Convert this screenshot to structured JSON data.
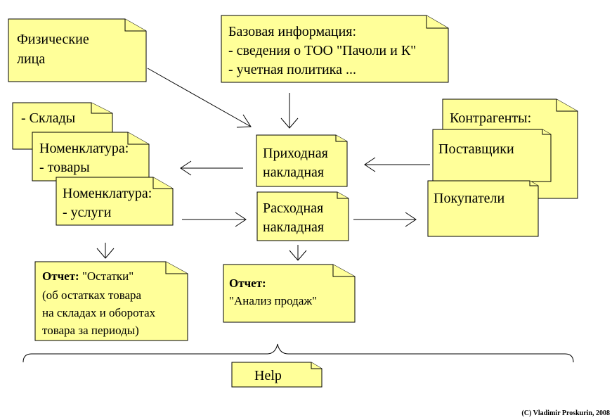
{
  "notes": {
    "individuals": {
      "line1": "Физические",
      "line2": "лица"
    },
    "base_info": {
      "line1": "Базовая информация:",
      "line2": "- сведения о ТОО \"Пачоли и К\"",
      "line3": "- учетная политика ..."
    },
    "warehouses": {
      "line1": "- Склады"
    },
    "nomenclature_goods": {
      "line1": "Номенклатура:",
      "line2": "- товары"
    },
    "nomenclature_services": {
      "line1": "Номенклатура:",
      "line2": "- услуги"
    },
    "receipt_invoice": {
      "line1": "Приходная",
      "line2": "накладная"
    },
    "expense_invoice": {
      "line1": "Расходная",
      "line2": "накладная"
    },
    "counterparties": {
      "line1": "Контрагенты:"
    },
    "suppliers": {
      "line1": "Поставщики"
    },
    "buyers": {
      "line1": "Покупатели"
    },
    "report_balances": {
      "label": "Отчет:",
      "title": " \"Остатки\"",
      "line2": "(об остатках товара",
      "line3": "на складах и оборотах",
      "line4": "товара за периоды)"
    },
    "report_sales": {
      "label": "Отчет:",
      "title": "\"Анализ продаж\""
    }
  },
  "help": {
    "label": "Help"
  },
  "copyright": "(C) Vladimir Proskurin, 2008"
}
